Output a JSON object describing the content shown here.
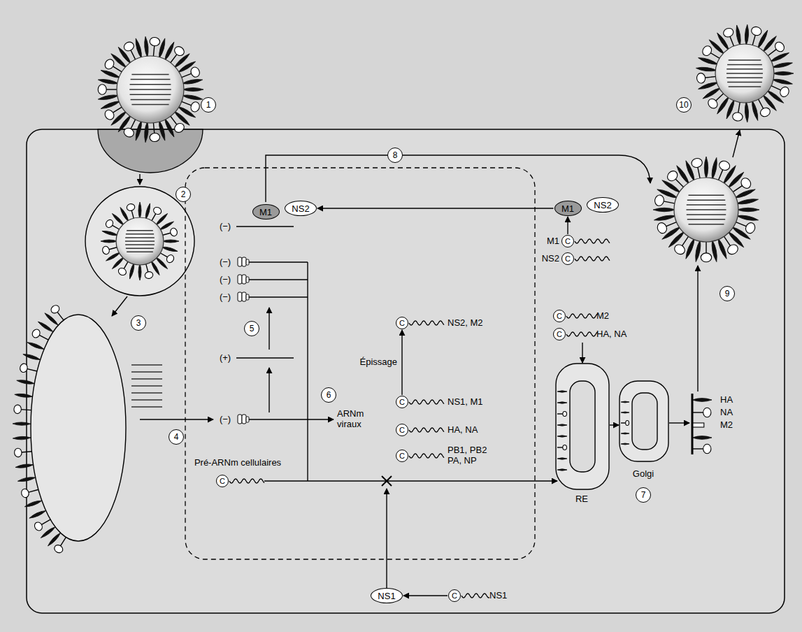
{
  "diagram": {
    "nodes": [
      {
        "text": [
          "M1"
        ]
      },
      {
        "text": [
          "NS2"
        ]
      },
      {
        "text": [
          "M1"
        ]
      },
      {
        "text": [
          "NS2"
        ]
      },
      {
        "text": [
          "C"
        ]
      },
      {
        "text": [
          "C"
        ]
      },
      {
        "text": [
          "C"
        ]
      },
      {
        "text": [
          "C"
        ]
      },
      {
        "text": [
          "C"
        ]
      },
      {
        "text": [
          "C"
        ]
      },
      {
        "text": [
          "C"
        ]
      },
      {
        "text": [
          "C"
        ]
      },
      {
        "text": [
          "C"
        ]
      },
      {
        "text": [
          "NS1"
        ]
      },
      {
        "text": [
          "C"
        ]
      }
    ],
    "edges": [
      {
        "from": 2,
        "to": 1,
        "arrow": "to"
      },
      {
        "from": 4,
        "to": 2,
        "arrow": "to"
      },
      {
        "from": 9,
        "to": 6,
        "label": "Épissage",
        "arrow": "to"
      },
      {
        "from": 14,
        "to": 13,
        "arrow": "to"
      }
    ],
    "labels": [
      "1",
      "2",
      "8",
      "10",
      "(−)",
      "(−)",
      "(−)",
      "(−)",
      "5",
      "(+)",
      "9",
      "3",
      "4",
      "(−)",
      "6",
      "ARNm viraux",
      "M1",
      "NS2",
      "NS2, M2",
      "M2",
      "HA, NA",
      "NS1, M1",
      "HA, NA",
      "RE",
      "Golgi",
      "HA",
      "NA",
      "M2",
      "PB1, PB2 PA, NP",
      "Pré-ARNm cellulaires",
      "7",
      "NS1"
    ]
  }
}
